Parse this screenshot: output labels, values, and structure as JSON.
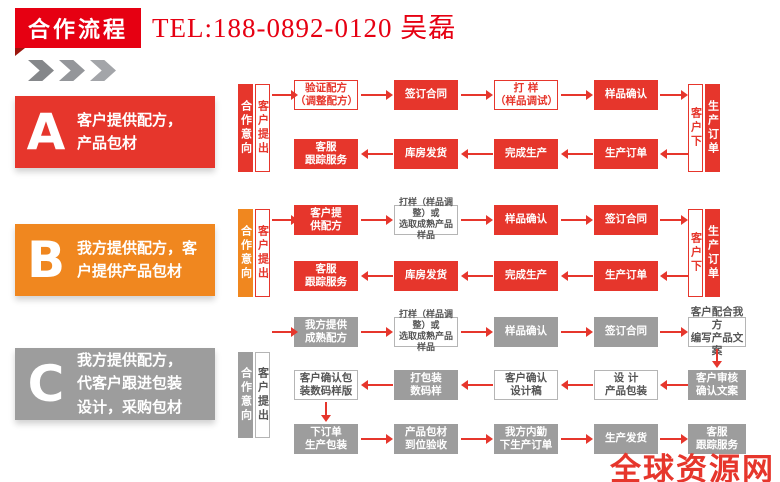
{
  "header": {
    "title": "合作流程",
    "tel": "TEL:188-0892-0120  吴磊"
  },
  "watermark": "全球资源网",
  "colors": {
    "red": "#e6362c",
    "title_red": "#e60012",
    "orange": "#f0871f",
    "gray": "#9d9d9d"
  },
  "blocks": {
    "a": {
      "letter": "A",
      "desc": "客户提供配方，\n产品包材"
    },
    "b": {
      "letter": "B",
      "desc": "我方提供配方，客\n户提供产品包材"
    },
    "c": {
      "letter": "C",
      "desc": "我方提供配方，\n代客户跟进包装\n设计，采购包材"
    }
  },
  "flow_a": {
    "intent": "合作意向",
    "propose": "客户提出",
    "r1b1": "验证配方\n（调整配方）",
    "r1b2": "签订合同",
    "r1b3": "打 样\n（样品调试）",
    "r1b4": "样品确认",
    "side1": "客户下",
    "side2": "生产订单",
    "r2b1": "客服\n跟踪服务",
    "r2b2": "库房发货",
    "r2b3": "完成生产",
    "r2b4": "生产订单"
  },
  "flow_b": {
    "intent": "合作意向",
    "propose": "客户提出",
    "r1b1": "客户提\n供配方",
    "r1b2": "打样（样品调整）或\n选取成熟产品样品",
    "r1b3": "样品确认",
    "r1b4": "签订合同",
    "side1": "客户下",
    "side2": "生产订单",
    "r2b1": "客服\n跟踪服务",
    "r2b2": "库房发货",
    "r2b3": "完成生产",
    "r2b4": "生产订单"
  },
  "flow_c": {
    "intent": "合作意向",
    "propose": "客户提出",
    "r1b1": "我方提供\n成熟配方",
    "r1b2": "打样（样品调整）或\n选取成熟产品样品",
    "r1b3": "样品确认",
    "r1b4": "签订合同",
    "r1b5": "客户配合我方\n编写产品文案",
    "r2b1": "客户确认包\n装数码样版",
    "r2b2": "打包装\n数码样",
    "r2b3": "客户确认\n设计稿",
    "r2b4": "设 计\n产品包装",
    "r2b5": "客户审核\n确认文案",
    "r3b1": "下订单\n生产包装",
    "r3b2": "产品包材\n到位验收",
    "r3b3": "我方内勤\n下生产订单",
    "r3b4": "生产发货",
    "r3b5": "客服\n跟踪服务"
  }
}
